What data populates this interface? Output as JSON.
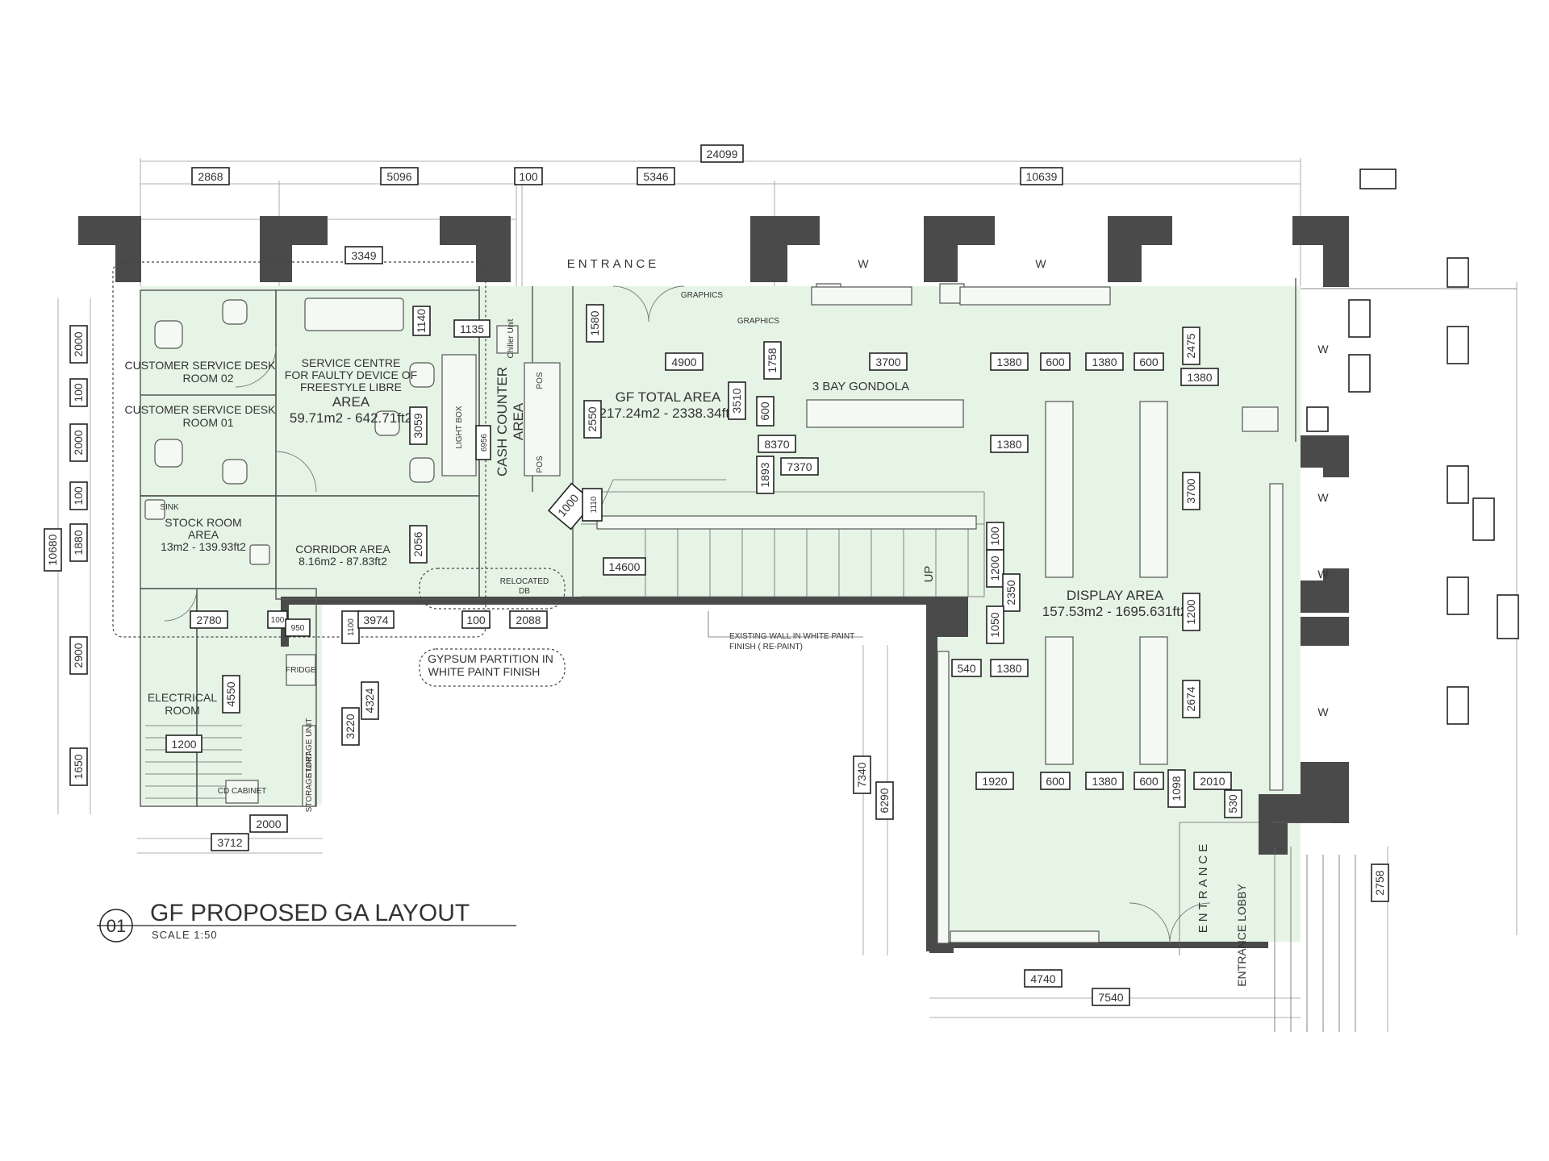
{
  "drawing": {
    "number": "01",
    "title": "GF PROPOSED GA LAYOUT",
    "scale": "SCALE 1:50"
  },
  "labels": {
    "entrance_top": "ENTRANCE",
    "entrance_right": "ENTRANCE",
    "entrance_lobby": "ENTRANCE LOBBY",
    "graphics_1": "GRAPHICS",
    "graphics_2": "GRAPHICS",
    "window_1": "W",
    "window_2": "W",
    "window_3": "W",
    "window_4": "W",
    "window_5": "W",
    "window_6": "W",
    "up": "UP",
    "bay_gondola": "3 BAY GONDOLA",
    "relocated_db_1": "RELOCATED",
    "relocated_db_2": "DB",
    "pos_1": "POS",
    "pos_2": "POS",
    "chiller": "Chiller Unit",
    "light_box": "LIGHT BOX",
    "fridge": "FRIDGE",
    "cd_cabinet": "CD CABINET",
    "storage_1": "STORAGE UNIT",
    "storage_2": "STORAGE UNIT",
    "sink": "SINK"
  },
  "rooms": {
    "csd2_line1": "CUSTOMER SERVICE DESK",
    "csd2_line2": "ROOM 02",
    "csd1_line1": "CUSTOMER SERVICE DESK",
    "csd1_line2": "ROOM 01",
    "service_line1": "SERVICE CENTRE",
    "service_line2": "FOR FAULTY DEVICE OF",
    "service_line3": "FREESTYLE LIBRE",
    "service_line4": "AREA",
    "service_line5": "59.71m2 - 642.71ft2",
    "stock_line1": "STOCK ROOM",
    "stock_line2": "AREA",
    "stock_line3": "13m2 - 139.93ft2",
    "corridor_line1": "CORRIDOR AREA",
    "corridor_line2": "8.16m2 - 87.83ft2",
    "electrical_line1": "ELECTRICAL",
    "electrical_line2": "ROOM",
    "cash_line1": "CASH COUNTER",
    "cash_line2": "AREA",
    "gf_line1": "GF TOTAL AREA",
    "gf_line2": "217.24m2 - 2338.34ft2",
    "display_line1": "DISPLAY AREA",
    "display_line2": "157.53m2 - 1695.631ft2"
  },
  "notes": {
    "wall_line1": "EXISTING WALL IN WHITE PAINT",
    "wall_line2": "FINISH ( RE-PAINT)",
    "gypsum_line1": "GYPSUM PARTITION IN",
    "gypsum_line2": "WHITE PAINT FINISH"
  },
  "dimensions": {
    "overall": "24099",
    "top_1": "2868",
    "top_2": "5096",
    "top_3": "100",
    "top_4": "5346",
    "top_5": "10639",
    "d3349": "3349",
    "d1140": "1140",
    "d1135": "1135",
    "d1580": "1580",
    "d4900": "4900",
    "d1758": "1758",
    "d3700a": "3700",
    "d1380a": "1380",
    "d600a": "600",
    "d1380b": "1380",
    "d600b": "600",
    "d2475": "2475",
    "d1380c": "1380",
    "d3510": "3510",
    "d600c": "600",
    "d2550": "2550",
    "d3059": "3059",
    "d6956": "6956",
    "d8370": "8370",
    "d1893": "1893",
    "d7370": "7370",
    "d1380d": "1380",
    "d3700b": "3700",
    "d1000": "1000",
    "d1110": "1110",
    "d2056": "2056",
    "d14600": "14600",
    "d100v": "100",
    "d1200a": "1200",
    "d2350": "2350",
    "d1050": "1050",
    "d1200b": "1200",
    "d2780": "2780",
    "d100b": "100",
    "d950": "950",
    "d1100": "1100",
    "d3974": "3974",
    "d100c": "100",
    "d2088": "2088",
    "d540": "540",
    "d1380e": "1380",
    "d4550": "4550",
    "d4324": "4324",
    "d3220": "3220",
    "d2674": "2674",
    "d1200c": "1200",
    "d7340": "7340",
    "d6290": "6290",
    "d1920": "1920",
    "d600d": "600",
    "d1380f": "1380",
    "d600e": "600",
    "d1098": "1098",
    "d2010": "2010",
    "d530": "530",
    "d2000b": "2000",
    "d3712": "3712",
    "d2758": "2758",
    "d4740": "4740",
    "d7540": "7540",
    "left_2000a": "2000",
    "left_100a": "100",
    "left_2000b": "2000",
    "left_100b": "100",
    "left_1880": "1880",
    "left_10680": "10680",
    "left_2900": "2900",
    "left_1650": "1650"
  }
}
